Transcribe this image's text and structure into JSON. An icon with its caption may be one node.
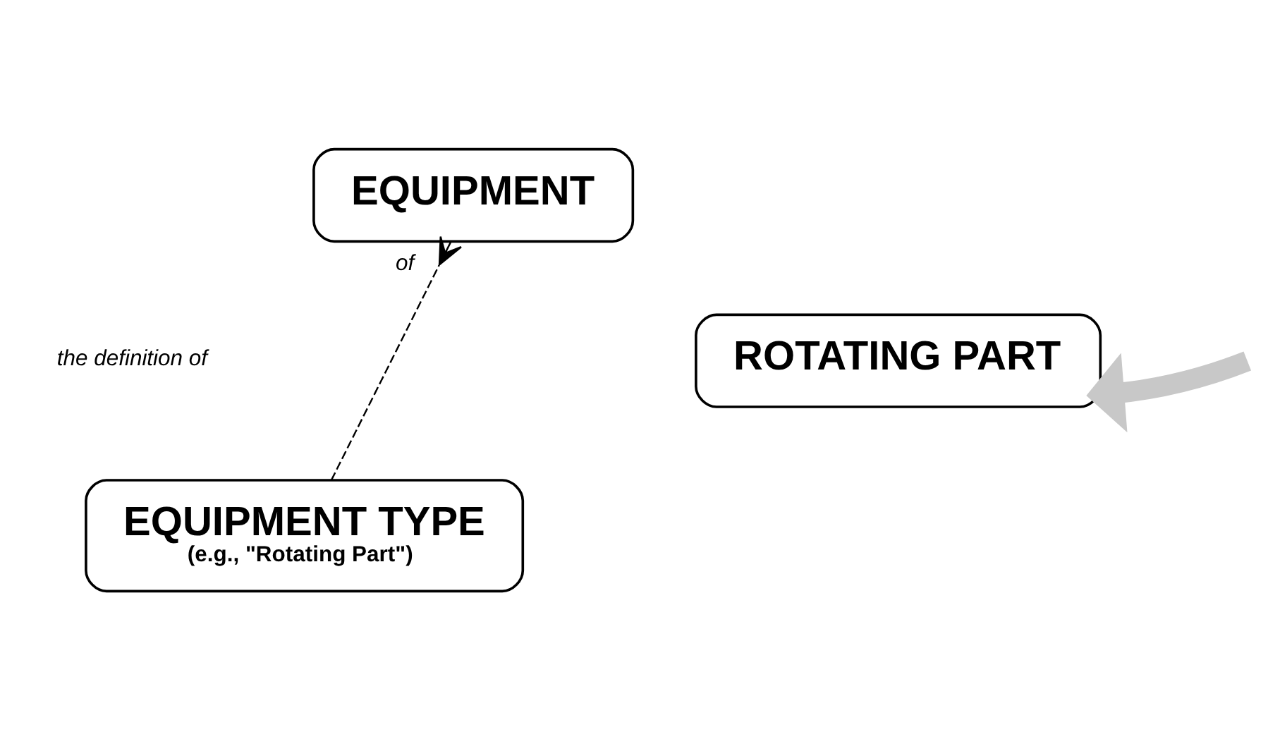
{
  "diagram": {
    "nodes": [
      {
        "text": [
          "EQUIPMENT"
        ]
      },
      {
        "text": [
          "ROTATING PART"
        ]
      },
      {
        "text": [
          "EQUIPMENT TYPE",
          "(e.g., \"Rotating Part\")"
        ]
      }
    ],
    "edges": [
      {
        "from": 2,
        "to": 0,
        "arrow": "other",
        "label": "of",
        "style": "dashed"
      },
      {
        "from": null,
        "to": 1,
        "arrow": "to",
        "style": "thick",
        "color": "#c8c8c8"
      }
    ],
    "labels": [
      "the definition of"
    ]
  }
}
